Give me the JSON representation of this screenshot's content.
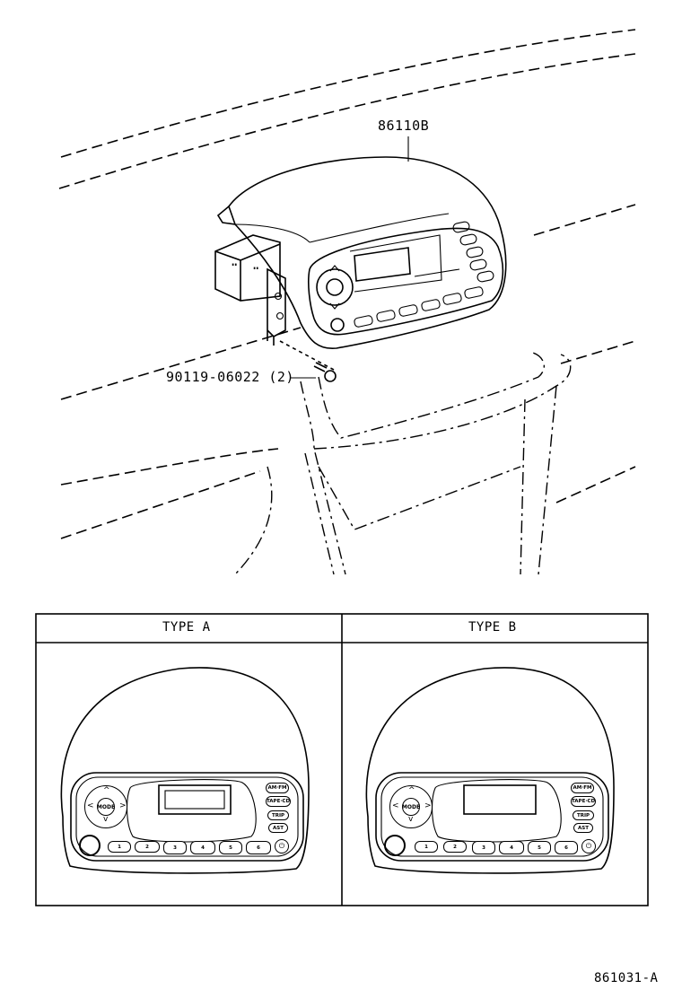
{
  "labels": {
    "part_head_unit": "86110B",
    "part_screw": "90119-06022 (2)",
    "diagram_code": "861031-A"
  },
  "table": {
    "headers": [
      "TYPE A",
      "TYPE B"
    ]
  },
  "buttons": {
    "mode": "MODE",
    "am_fm": "AM·FM",
    "tape_cd": "TAPE·CD",
    "trip": "TRIP",
    "ast": "AST",
    "up": "^",
    "down": "v",
    "left": "<",
    "right": ">",
    "b1": "1",
    "b2": "2",
    "b3": "3",
    "b4": "4",
    "b5": "5",
    "b6": "6",
    "power": "⏻"
  }
}
